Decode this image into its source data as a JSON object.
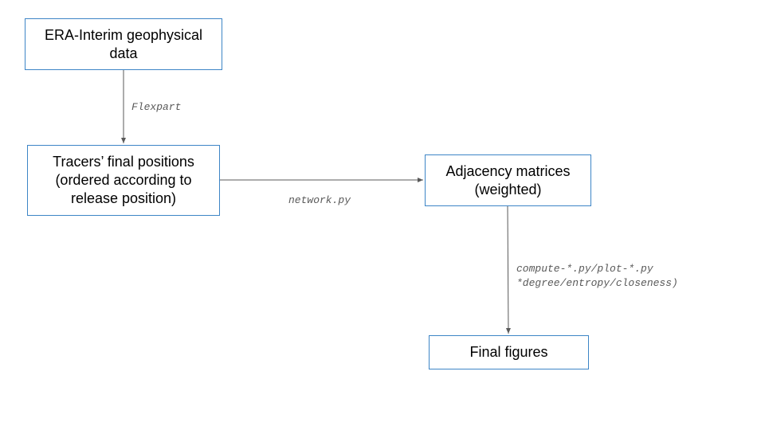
{
  "nodes": {
    "era": {
      "label": "ERA-Interim geophysical\ndata"
    },
    "tracers": {
      "label": "Tracers’ final positions\n(ordered according to\nrelease position)"
    },
    "adjacency": {
      "label": "Adjacency  matrices\n(weighted)"
    },
    "figures": {
      "label": "Final figures"
    }
  },
  "edges": {
    "flexpart": {
      "from": "era",
      "to": "tracers",
      "label": "Flexpart"
    },
    "network": {
      "from": "tracers",
      "to": "adjacency",
      "label": "network.py"
    },
    "compute": {
      "from": "adjacency",
      "to": "figures",
      "label": "compute-*.py/plot-*.py\n*degree/entropy/closeness)"
    }
  },
  "colors": {
    "node_border": "#3d85c6",
    "connector": "#595959",
    "edge_label": "#595959"
  }
}
